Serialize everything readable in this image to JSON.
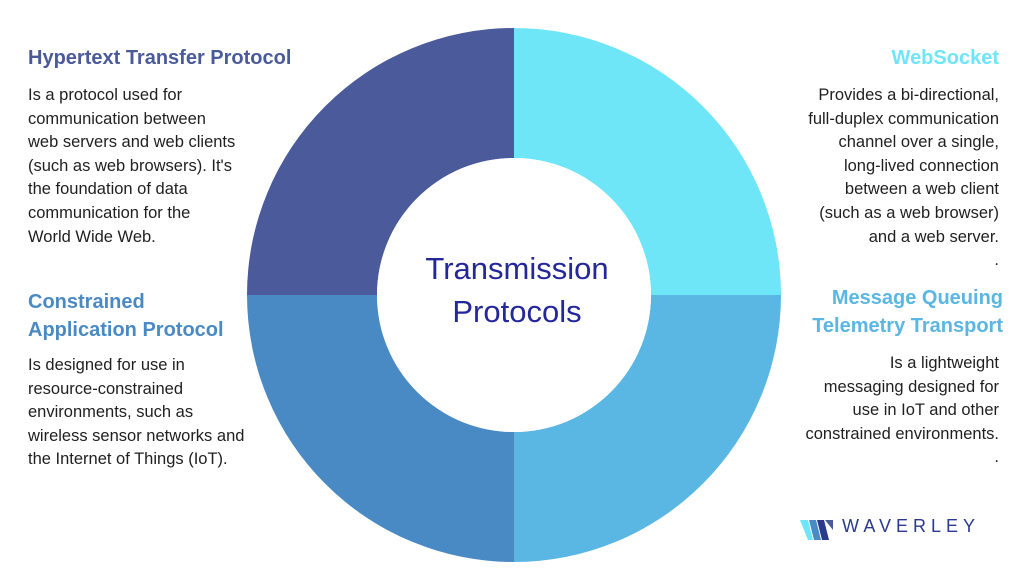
{
  "center": {
    "line1": "Transmission",
    "line2": "Protocols"
  },
  "segments": [
    {
      "id": "http",
      "color": "#4a5a9a"
    },
    {
      "id": "websocket",
      "color": "#6ee6f8"
    },
    {
      "id": "mqtt",
      "color": "#5ab6e2"
    },
    {
      "id": "coap",
      "color": "#4a8ac4"
    }
  ],
  "http": {
    "title": "Hypertext Transfer Protocol",
    "title_color": "#4a5a9a",
    "lines": [
      "Is a protocol used for",
      "communication between",
      "web servers and web clients",
      "(such as web browsers). It's",
      "the foundation of data",
      "communication for the",
      "World Wide Web."
    ]
  },
  "websocket": {
    "title": "WebSocket",
    "title_color": "#6ee6f8",
    "lines": [
      "Provides a bi-directional,",
      "full-duplex communication",
      "channel over a single,",
      "long-lived connection",
      "between a web client",
      "(such as a web browser)",
      "and a web server.",
      "."
    ]
  },
  "coap": {
    "title_line1": "Constrained",
    "title_line2": "Application Protocol",
    "title_color": "#4a8ac4",
    "lines": [
      "Is designed for use in",
      "resource-constrained",
      "environments, such as",
      "wireless sensor networks and",
      "the Internet of Things (IoT)."
    ]
  },
  "mqtt": {
    "title_line1": "Message Queuing",
    "title_line2": "Telemetry Transport",
    "title_color": "#5ab6e2",
    "lines": [
      "Is a lightweight",
      "messaging designed for",
      "use in IoT and other",
      "constrained environments.",
      "."
    ]
  },
  "brand": {
    "name": "WAVERLEY",
    "color": "#2b3a8c"
  }
}
